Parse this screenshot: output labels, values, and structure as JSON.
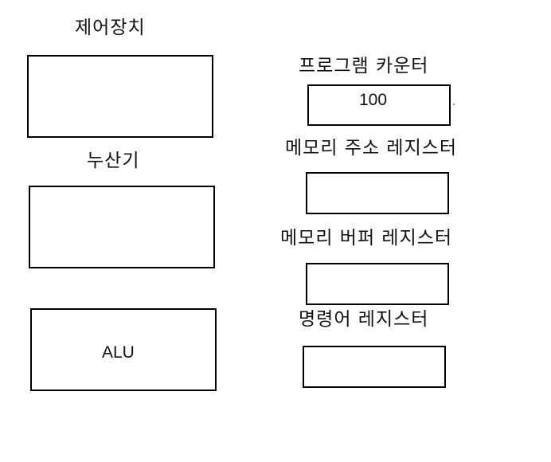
{
  "left_column": {
    "control_unit": {
      "label": "제어장치"
    },
    "accumulator": {
      "label": "누산기"
    },
    "alu": {
      "value": "ALU"
    }
  },
  "right_column": {
    "program_counter": {
      "label": "프로그램 카운터",
      "value": "100"
    },
    "memory_address_register": {
      "label": "메모리 주소 레지스터",
      "value": ""
    },
    "memory_buffer_register": {
      "label": "메모리 버퍼 레지스터",
      "value": ""
    },
    "instruction_register": {
      "label": "명령어 레지스터",
      "value": ""
    }
  },
  "colors": {
    "border": "#000000",
    "background": "#ffffff",
    "text": "#111111"
  }
}
